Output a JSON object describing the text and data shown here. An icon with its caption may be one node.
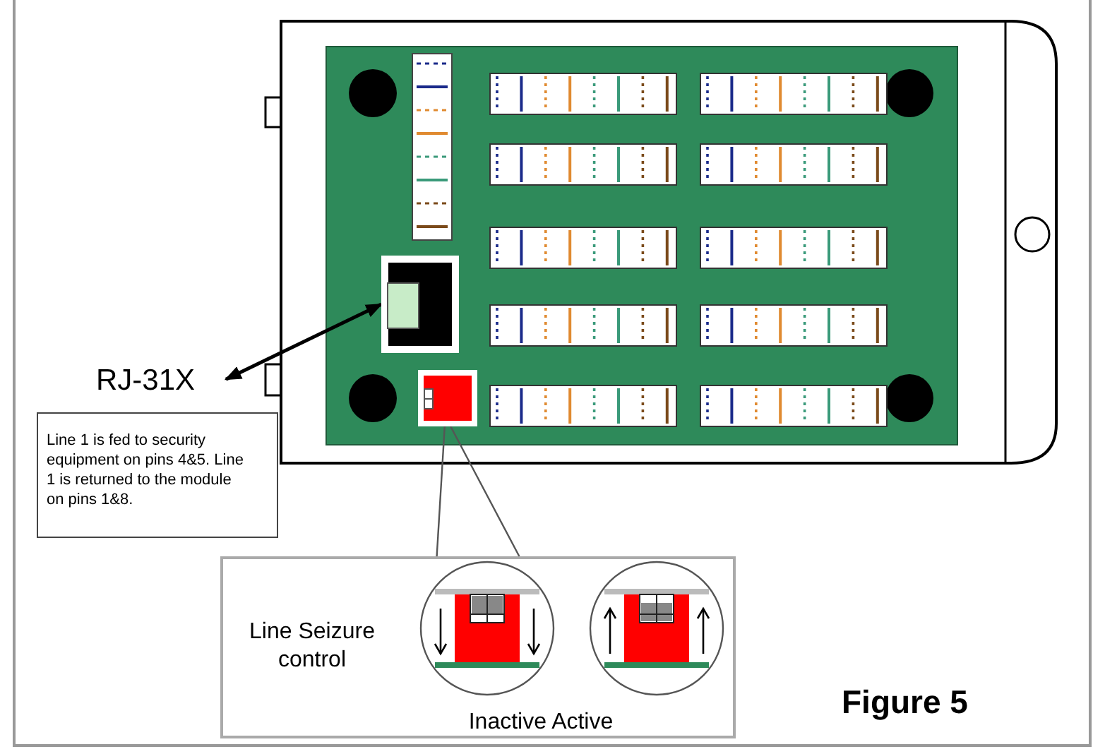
{
  "diagram": {
    "nodes": [
      {
        "text": [
          "RJ-31X"
        ]
      },
      {
        "text": [],
        "shape": "box"
      },
      {
        "text": [
          "Line 1 is fed to security equipment on pins 4&5. Line 1 is returned to the module on pins 1&8."
        ]
      },
      {
        "text": [],
        "shape": "box"
      },
      {
        "text": [
          "Line Seizure control",
          "Inactive Active"
        ]
      }
    ],
    "edges": [
      {
        "from": 0,
        "to": 1,
        "arrow": "both"
      },
      {
        "from": 3,
        "to": 4,
        "arrow": "none"
      },
      {
        "from": 3,
        "to": 4,
        "arrow": "none"
      }
    ],
    "labels": [
      "Figure 5"
    ]
  }
}
